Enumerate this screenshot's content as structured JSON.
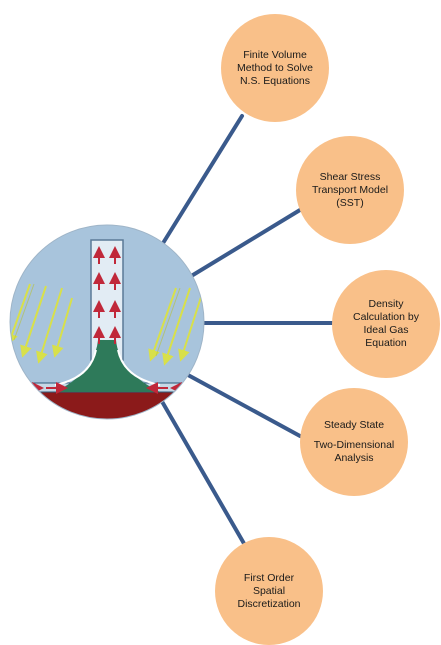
{
  "colors": {
    "connector": "#3a5a8c",
    "bubble_fill": "#f9c089",
    "hub_sky": "#a8c4dc",
    "hub_ground": "#8b1a1a",
    "hub_surface": "#2e7a5a",
    "flow_arrow": "#c0283a",
    "incoming_arrow": "#d8e04a"
  },
  "hub": {
    "icon": "flow-schematic-icon"
  },
  "nodes": [
    {
      "lines": [
        "Finite Volume",
        "Method to Solve",
        "N.S. Equations"
      ]
    },
    {
      "lines": [
        "Shear Stress",
        "Transport Model",
        "(SST)"
      ]
    },
    {
      "lines": [
        "Density",
        "Calculation by",
        "Ideal Gas",
        "Equation"
      ]
    },
    {
      "lines": [
        "Steady State",
        "",
        "Two-Dimensional",
        "Analysis"
      ]
    },
    {
      "lines": [
        "First Order",
        "Spatial",
        "Discretization"
      ]
    }
  ]
}
